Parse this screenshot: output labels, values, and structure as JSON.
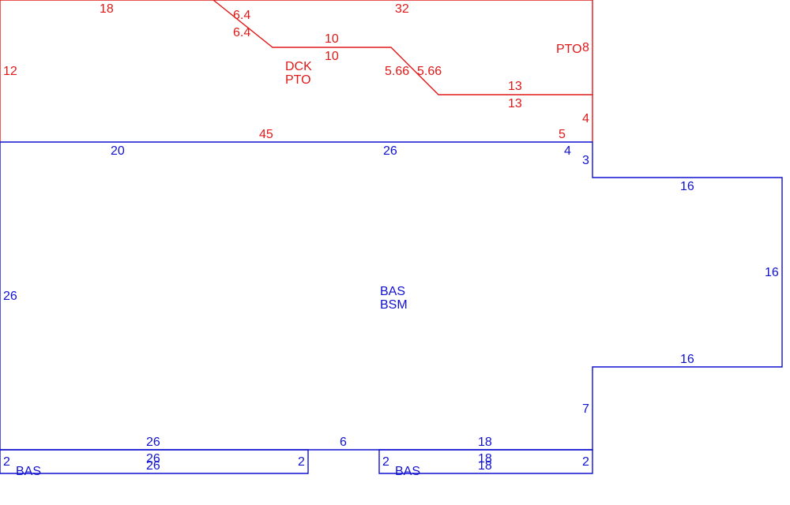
{
  "colors": {
    "upper": "#e01818",
    "lower": "#1010d0",
    "background": "#ffffff"
  },
  "upper_area": {
    "codes": [
      "DCK",
      "PTO"
    ],
    "side_code": "PTO",
    "dims": {
      "top_left": "18",
      "top_right": "32",
      "slope_a_1": "6.4",
      "slope_a_2": "6.4",
      "flat_1": "10",
      "flat_2": "10",
      "slope_b_1": "5.66",
      "slope_b_2": "5.66",
      "step_1": "13",
      "step_2": "13",
      "left": "12",
      "right_top": "8",
      "right_bottom": "4",
      "bottom": "45",
      "bottom_right": "5"
    }
  },
  "main_area": {
    "codes": [
      "BAS",
      "BSM"
    ],
    "dims": {
      "top_left": "20",
      "top_mid": "26",
      "top_right": "4",
      "notch": "3",
      "left": "26",
      "bump_top": "16",
      "bump_side": "16",
      "bump_bottom": "16",
      "lower_right": "7",
      "bottom_left": "26",
      "gap": "6",
      "bottom_right": "18"
    }
  },
  "strip_left": {
    "code": "BAS",
    "dims": {
      "top": "26",
      "mid": "26",
      "bottom": "26",
      "left": "2",
      "right": "2"
    }
  },
  "strip_right": {
    "code": "BAS",
    "dims": {
      "top": "18",
      "mid": "18",
      "bottom": "18",
      "left": "2",
      "right": "2"
    }
  }
}
